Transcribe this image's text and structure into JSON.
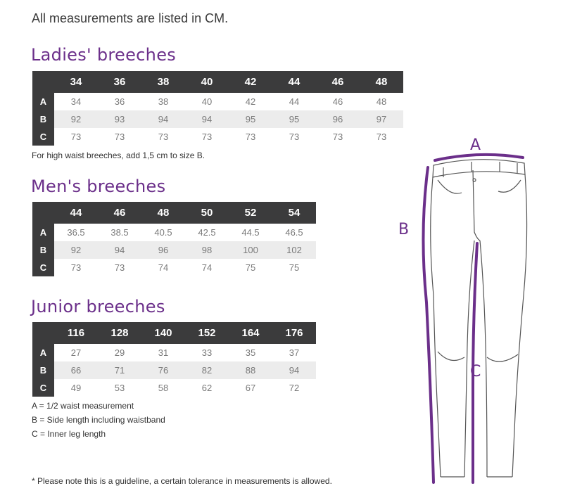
{
  "intro": "All measurements are listed in CM.",
  "ladies": {
    "title": "Ladies' breeches",
    "sizes": [
      "34",
      "36",
      "38",
      "40",
      "42",
      "44",
      "46",
      "48"
    ],
    "rows": [
      {
        "label": "A",
        "values": [
          "34",
          "36",
          "38",
          "40",
          "42",
          "44",
          "46",
          "48"
        ]
      },
      {
        "label": "B",
        "values": [
          "92",
          "93",
          "94",
          "94",
          "95",
          "95",
          "96",
          "97"
        ]
      },
      {
        "label": "C",
        "values": [
          "73",
          "73",
          "73",
          "73",
          "73",
          "73",
          "73",
          "73"
        ]
      }
    ],
    "note": "For high waist breeches, add 1,5 cm to size B."
  },
  "mens": {
    "title": "Men's breeches",
    "sizes": [
      "44",
      "46",
      "48",
      "50",
      "52",
      "54"
    ],
    "rows": [
      {
        "label": "A",
        "values": [
          "36.5",
          "38.5",
          "40.5",
          "42.5",
          "44.5",
          "46.5"
        ]
      },
      {
        "label": "B",
        "values": [
          "92",
          "94",
          "96",
          "98",
          "100",
          "102"
        ]
      },
      {
        "label": "C",
        "values": [
          "73",
          "73",
          "74",
          "74",
          "75",
          "75"
        ]
      }
    ]
  },
  "junior": {
    "title": "Junior breeches",
    "sizes": [
      "116",
      "128",
      "140",
      "152",
      "164",
      "176"
    ],
    "rows": [
      {
        "label": "A",
        "values": [
          "27",
          "29",
          "31",
          "33",
          "35",
          "37"
        ]
      },
      {
        "label": "B",
        "values": [
          "66",
          "71",
          "76",
          "82",
          "88",
          "94"
        ]
      },
      {
        "label": "C",
        "values": [
          "49",
          "53",
          "58",
          "62",
          "67",
          "72"
        ]
      }
    ]
  },
  "legend": [
    "A = 1/2 waist measurement",
    "B = Side length including waistband",
    "C = Inner leg length"
  ],
  "footnote": "* Please note this is a guideline, a certain tolerance in measurements is allowed.",
  "diagram": {
    "label_a": "A",
    "label_b": "B",
    "label_c": "C",
    "accent_color": "#6b2f8a",
    "outline_color": "#555555"
  }
}
